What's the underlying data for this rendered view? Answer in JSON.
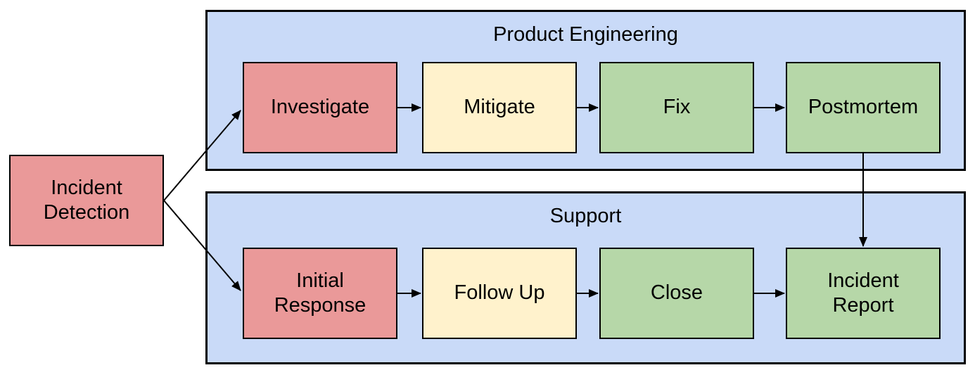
{
  "diagram": {
    "type": "flowchart",
    "colors": {
      "node_red": "#ea9999",
      "node_yellow": "#fff2cc",
      "node_green": "#b6d7a8",
      "lane_blue": "#c9daf8",
      "border": "#000000",
      "arrow": "#000000",
      "text": "#000000",
      "background": "#ffffff"
    },
    "start_node": {
      "label": "Incident Detection",
      "color_key": "node_red"
    },
    "lanes": [
      {
        "title": "Product Engineering",
        "nodes": [
          {
            "label": "Investigate",
            "color_key": "node_red"
          },
          {
            "label": "Mitigate",
            "color_key": "node_yellow"
          },
          {
            "label": "Fix",
            "color_key": "node_green"
          },
          {
            "label": "Postmortem",
            "color_key": "node_green"
          }
        ]
      },
      {
        "title": "Support",
        "nodes": [
          {
            "label": "Initial Response",
            "color_key": "node_red"
          },
          {
            "label": "Follow Up",
            "color_key": "node_yellow"
          },
          {
            "label": "Close",
            "color_key": "node_green"
          },
          {
            "label": "Incident Report",
            "color_key": "node_green"
          }
        ]
      }
    ],
    "edges": [
      {
        "from": "Incident Detection",
        "to": "Investigate"
      },
      {
        "from": "Incident Detection",
        "to": "Initial Response"
      },
      {
        "from": "Investigate",
        "to": "Mitigate"
      },
      {
        "from": "Mitigate",
        "to": "Fix"
      },
      {
        "from": "Fix",
        "to": "Postmortem"
      },
      {
        "from": "Postmortem",
        "to": "Incident Report"
      },
      {
        "from": "Initial Response",
        "to": "Follow Up"
      },
      {
        "from": "Follow Up",
        "to": "Close"
      },
      {
        "from": "Close",
        "to": "Incident Report"
      }
    ]
  }
}
